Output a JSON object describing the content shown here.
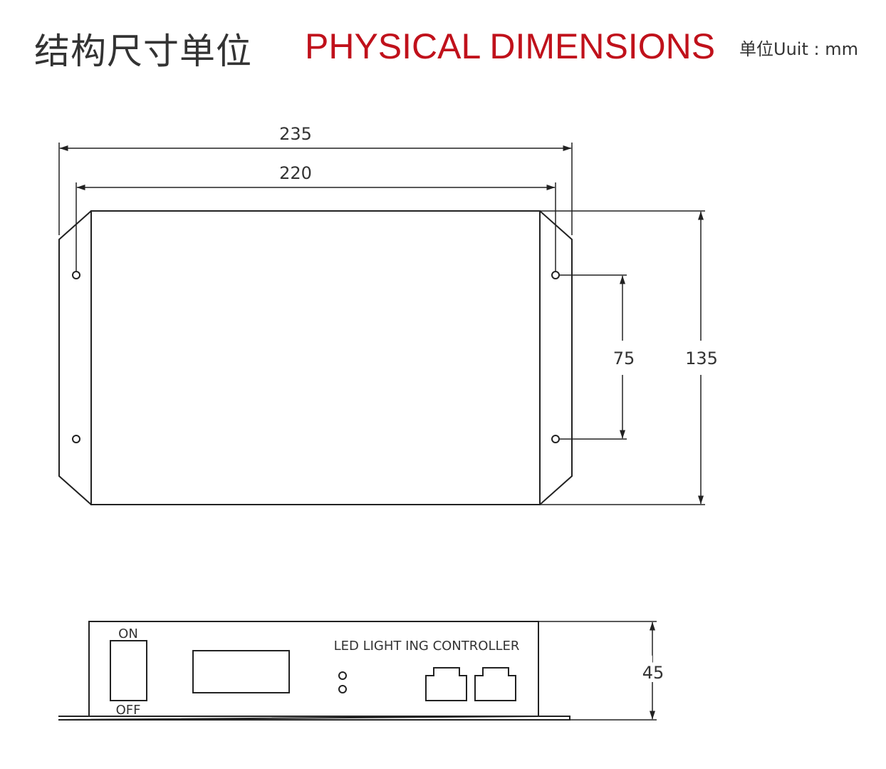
{
  "header": {
    "title_cn": "结构尺寸单位",
    "title_en": "PHYSICAL DIMENSIONS",
    "unit_label": "单位Uuit : mm"
  },
  "top_view": {
    "dims": {
      "overall_width": "235",
      "hole_spacing_width": "220",
      "hole_spacing_height": "75",
      "overall_height": "135"
    }
  },
  "front_view": {
    "switch_on_label": "ON",
    "switch_off_label": "OFF",
    "panel_label": "LED LIGHT ING CONTROLLER",
    "height_dim": "45"
  },
  "colors": {
    "line": "#222222",
    "title_red": "#c0111b",
    "text": "#333333"
  }
}
